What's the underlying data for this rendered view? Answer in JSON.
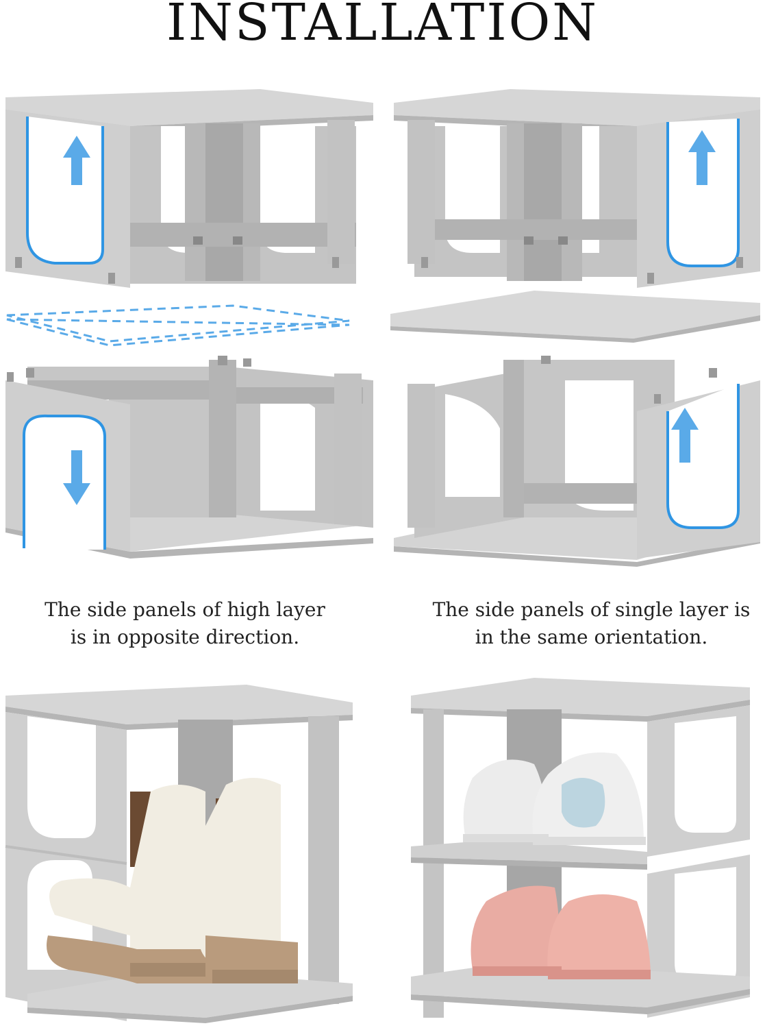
{
  "title": "INSTALLATION",
  "captions": {
    "left": {
      "line1": "The side panels of high layer",
      "line2": "is in opposite direction."
    },
    "right": {
      "line1": "The side panels of single layer is",
      "line2": "in the same orientation."
    }
  },
  "colors": {
    "panel": "#c9c9c9",
    "panel_dark": "#a9a9a9",
    "arrow": "#59a8e6",
    "highlight": "#1c8ce0",
    "boot": "#f1ede2",
    "sole": "#b99b7d",
    "pink_shoe": "#e9aca3"
  }
}
